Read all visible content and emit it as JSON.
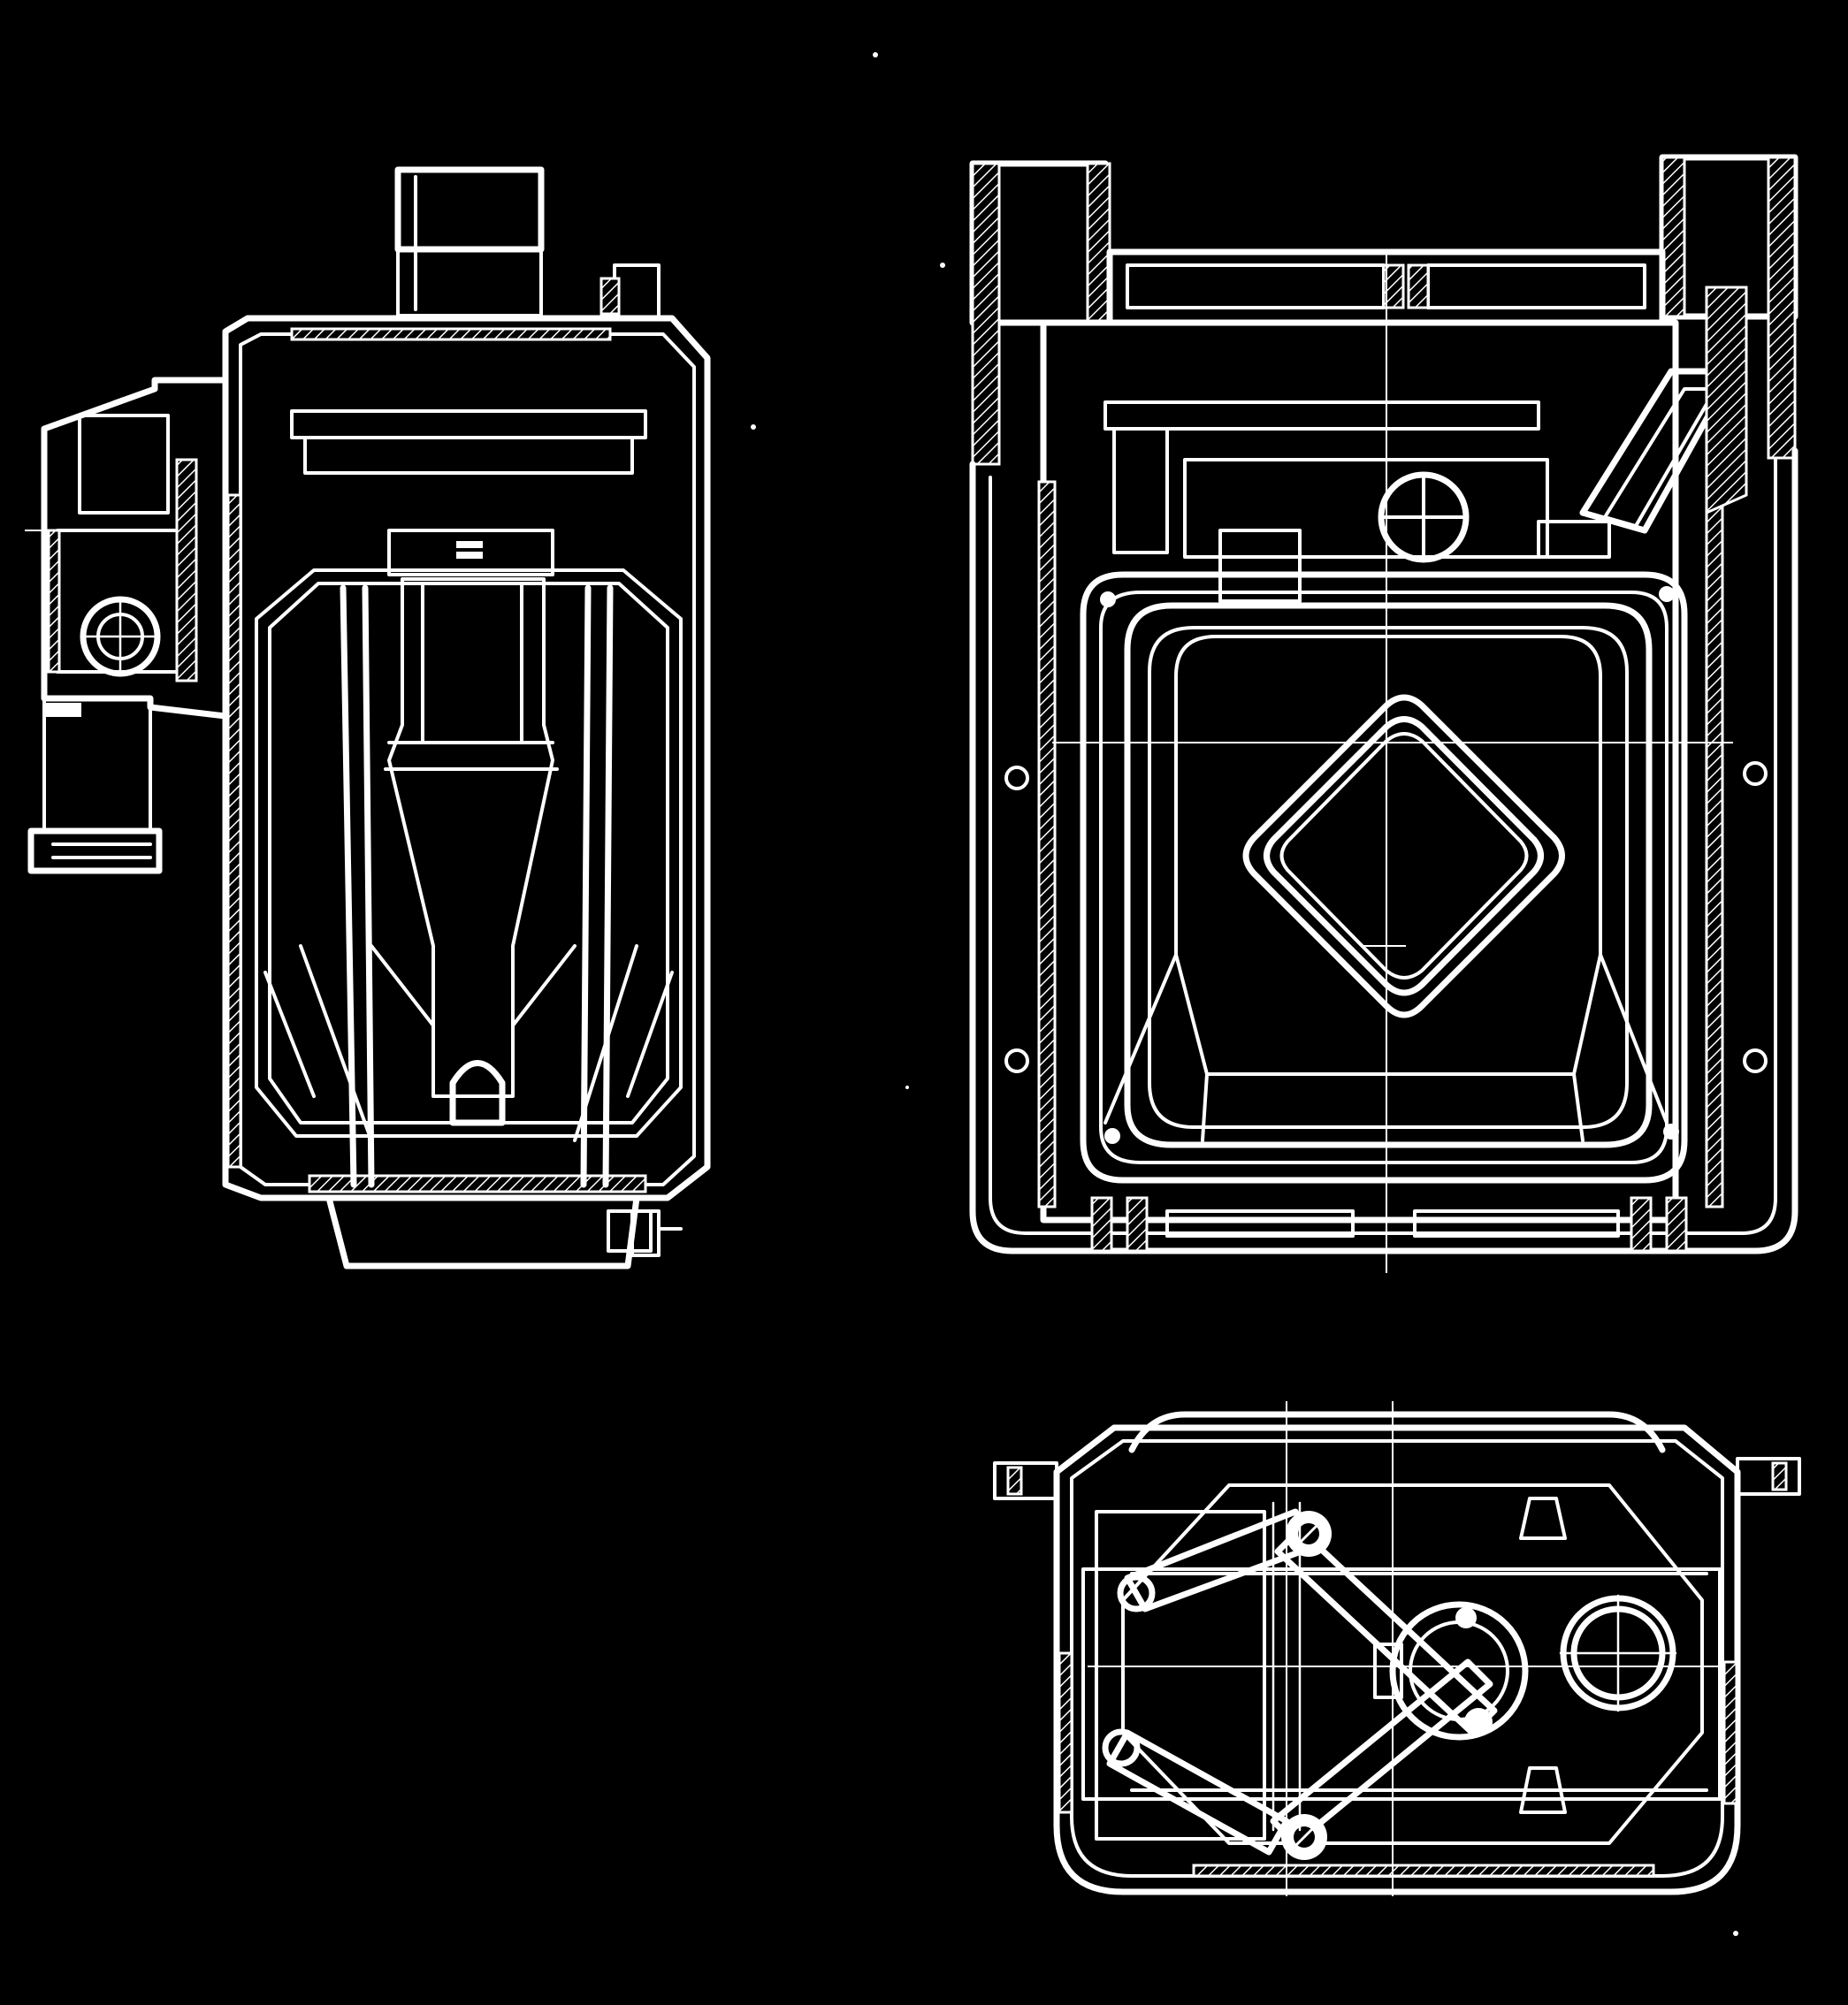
{
  "colors": {
    "background": "#000000",
    "line": "#ffffff"
  },
  "views": [
    {
      "name": "side-section-view"
    },
    {
      "name": "front-section-view"
    },
    {
      "name": "plan-view"
    }
  ]
}
